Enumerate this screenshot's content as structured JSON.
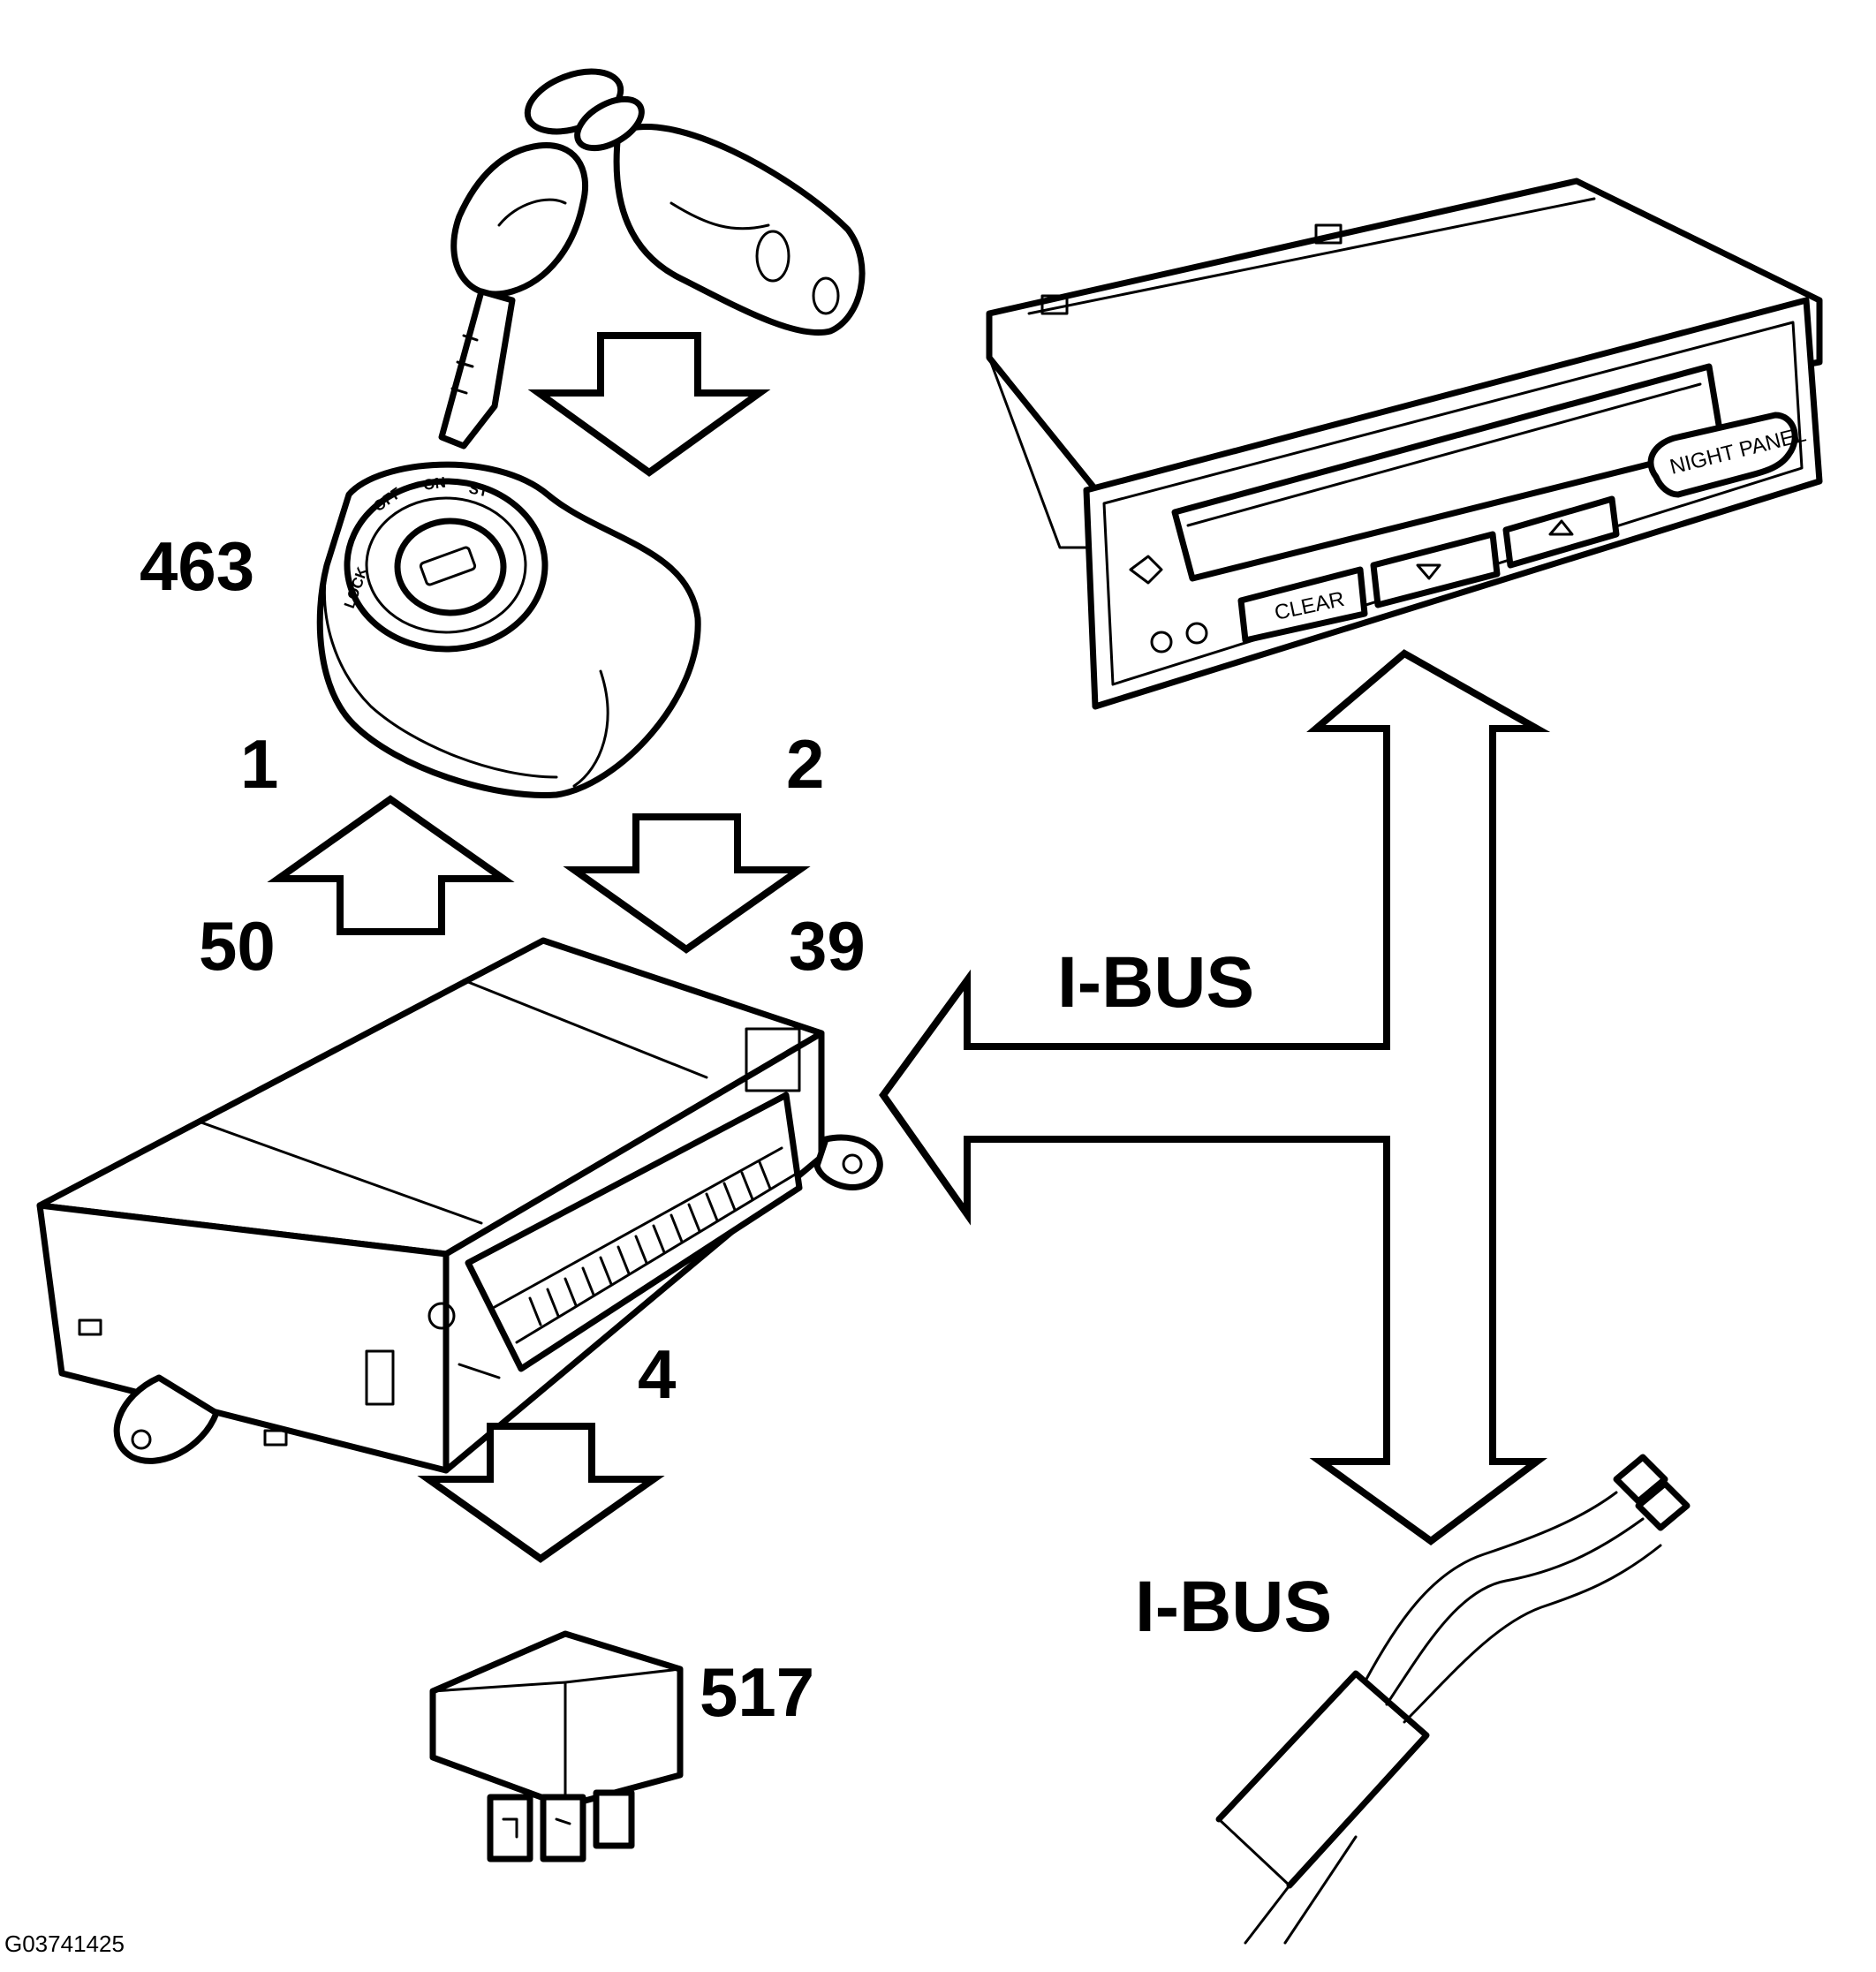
{
  "labels": {
    "ignition_switch": "463",
    "arrow_1": "1",
    "arrow_2": "2",
    "terminal_50": "50",
    "terminal_39": "39",
    "ibus_upper": "I-BUS",
    "ibus_lower": "I-BUS",
    "output_4": "4",
    "relay": "517",
    "figure_id": "G03741425"
  },
  "ignition_positions": {
    "lock": "LOCK",
    "off": "OFF",
    "on": "ON",
    "start": "ST"
  },
  "display_buttons": {
    "clear": "CLEAR",
    "night_panel": "NIGHT PANEL"
  }
}
